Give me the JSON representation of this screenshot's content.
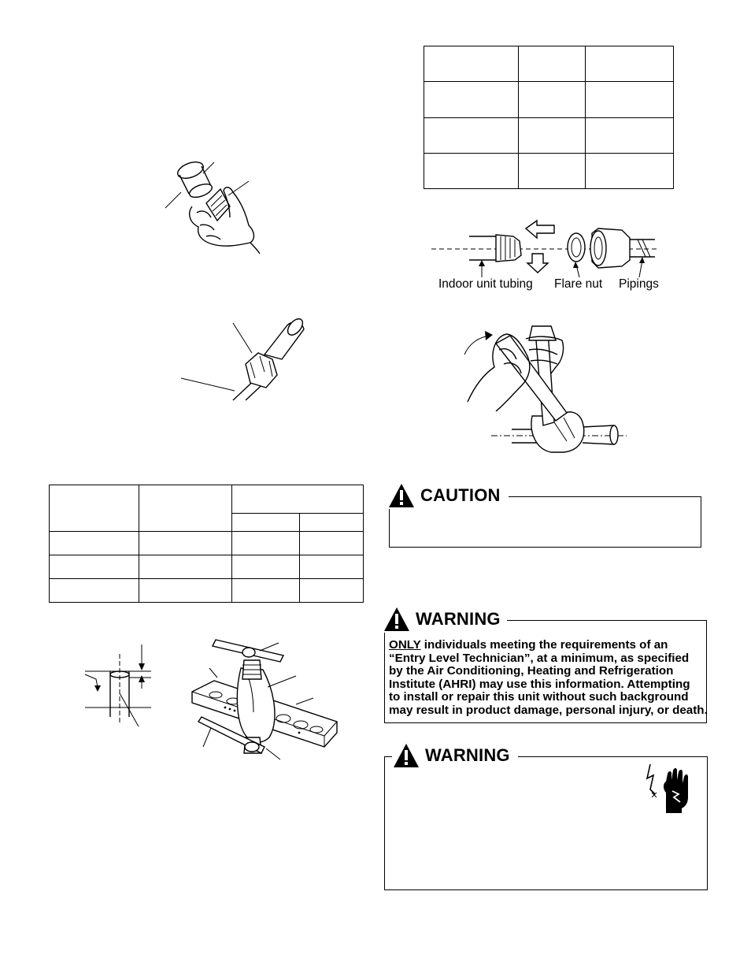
{
  "figures": {
    "flow_labels": {
      "indoor_unit_tubing": "Indoor unit tubing",
      "flare_nut": "Flare nut",
      "pipings": "Pipings"
    }
  },
  "caution": {
    "title": "CAUTION"
  },
  "warning_ahri": {
    "title": "WARNING",
    "only": "ONLY",
    "line1": " individuals meeting the requirements of an",
    "line2": "“Entry Level Technician”, at a minimum, as specified",
    "line3": "by the Air Conditioning, Heating and Refrigeration",
    "line4": "Institute (AHRI) may use this information.  Attempting",
    "line5": "to install or repair this unit without such background",
    "line6": "may result in product damage, personal injury, or death."
  },
  "warning_electric": {
    "title": "WARNING"
  },
  "icons": {
    "caution": "warning-triangle-icon",
    "warning": "warning-triangle-icon",
    "shock": "electric-shock-hand-icon"
  }
}
